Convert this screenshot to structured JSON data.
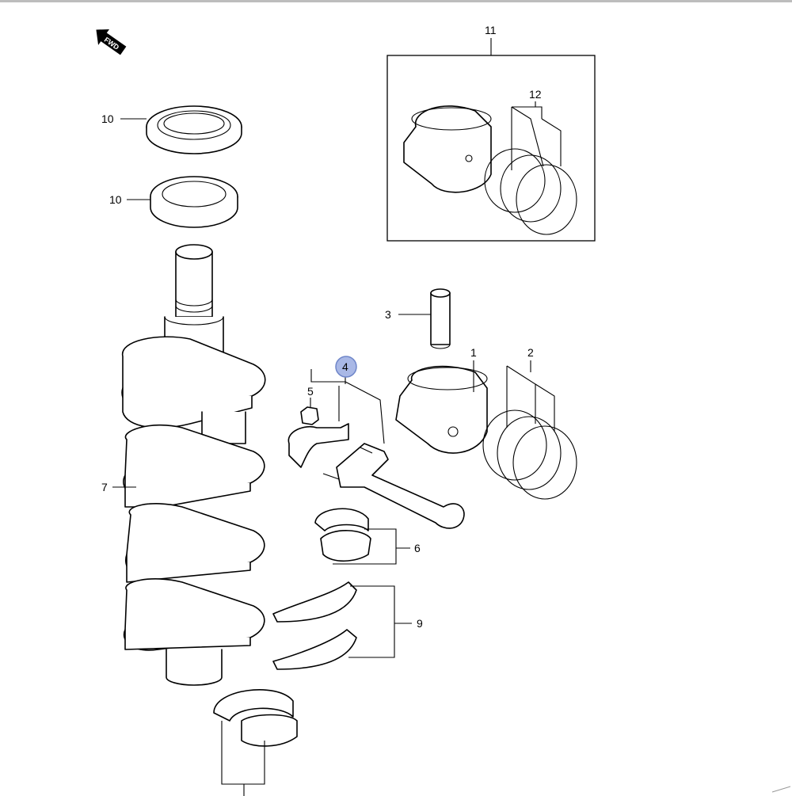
{
  "fwd": "FWD",
  "labels": {
    "p1": "1",
    "p2": "2",
    "p3": "3",
    "p4": "4",
    "p5": "5",
    "p6": "6",
    "p7": "7",
    "p9": "9",
    "p10a": "10",
    "p10b": "10",
    "p11": "11",
    "p12": "12"
  },
  "colors": {
    "line": "#000000",
    "highlight_fill": "#a9b8e6",
    "highlight_stroke": "#6f86c9",
    "top_border": "#bdbdbd"
  }
}
